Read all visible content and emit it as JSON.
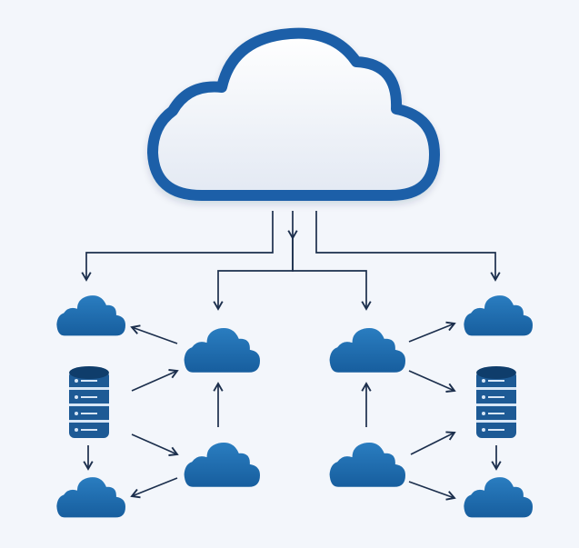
{
  "colors": {
    "background": "#f3f6fb",
    "cloud_fill": "#1f70b4",
    "cloud_shade": "#15528a",
    "main_cloud_outline": "#1a5fa8",
    "main_cloud_fill_top": "#ffffff",
    "main_cloud_fill_bottom": "#e3e9f3",
    "line": "#1c2f4d",
    "server_body": "#1d5a95",
    "server_dark": "#0f3d6b",
    "server_stripe": "#d7e6f6"
  },
  "diagram": {
    "main": {
      "icon": "cloud-icon"
    },
    "nodes": [
      {
        "id": "cloud-left-top",
        "icon": "cloud-icon"
      },
      {
        "id": "cloud-left-bottom",
        "icon": "cloud-icon"
      },
      {
        "id": "cloud-right-top",
        "icon": "cloud-icon"
      },
      {
        "id": "cloud-right-bottom",
        "icon": "cloud-icon"
      },
      {
        "id": "cloud-center-left-upper",
        "icon": "cloud-icon"
      },
      {
        "id": "cloud-center-left-lower",
        "icon": "cloud-icon"
      },
      {
        "id": "cloud-center-right-upper",
        "icon": "cloud-icon"
      },
      {
        "id": "cloud-center-right-lower",
        "icon": "cloud-icon"
      },
      {
        "id": "server-left",
        "icon": "database-server-icon"
      },
      {
        "id": "server-right",
        "icon": "database-server-icon"
      }
    ]
  }
}
